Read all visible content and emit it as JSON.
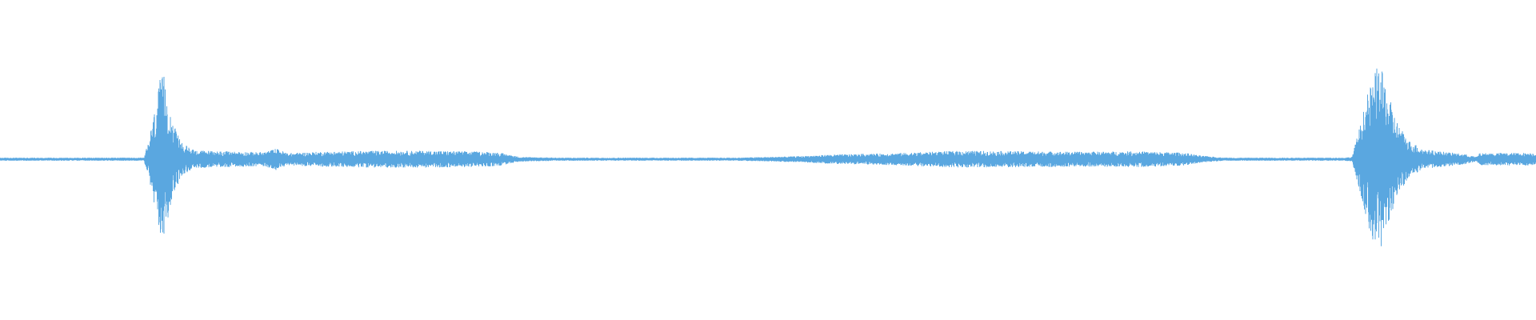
{
  "waveform": {
    "color": "#5aa7e0",
    "background": "#ffffff",
    "envelope": [
      [
        0,
        0.012
      ],
      [
        180,
        0.012
      ],
      [
        186,
        0.2
      ],
      [
        195,
        0.58
      ],
      [
        200,
        0.84
      ],
      [
        205,
        0.88
      ],
      [
        210,
        0.62
      ],
      [
        218,
        0.34
      ],
      [
        228,
        0.16
      ],
      [
        245,
        0.09
      ],
      [
        280,
        0.08
      ],
      [
        330,
        0.07
      ],
      [
        345,
        0.11
      ],
      [
        360,
        0.06
      ],
      [
        400,
        0.075
      ],
      [
        470,
        0.085
      ],
      [
        540,
        0.085
      ],
      [
        610,
        0.075
      ],
      [
        625,
        0.065
      ],
      [
        650,
        0.02
      ],
      [
        700,
        0.012
      ],
      [
        920,
        0.012
      ],
      [
        1000,
        0.028
      ],
      [
        1040,
        0.045
      ],
      [
        1120,
        0.06
      ],
      [
        1200,
        0.085
      ],
      [
        1280,
        0.08
      ],
      [
        1350,
        0.075
      ],
      [
        1420,
        0.08
      ],
      [
        1480,
        0.065
      ],
      [
        1500,
        0.035
      ],
      [
        1530,
        0.012
      ],
      [
        1680,
        0.012
      ],
      [
        1690,
        0.02
      ],
      [
        1700,
        0.35
      ],
      [
        1710,
        0.7
      ],
      [
        1720,
        0.95
      ],
      [
        1725,
        1.0
      ],
      [
        1735,
        0.7
      ],
      [
        1745,
        0.42
      ],
      [
        1760,
        0.2
      ],
      [
        1780,
        0.1
      ],
      [
        1830,
        0.05
      ],
      [
        1845,
        0.02
      ],
      [
        1850,
        0.06
      ],
      [
        1920,
        0.065
      ]
    ]
  }
}
